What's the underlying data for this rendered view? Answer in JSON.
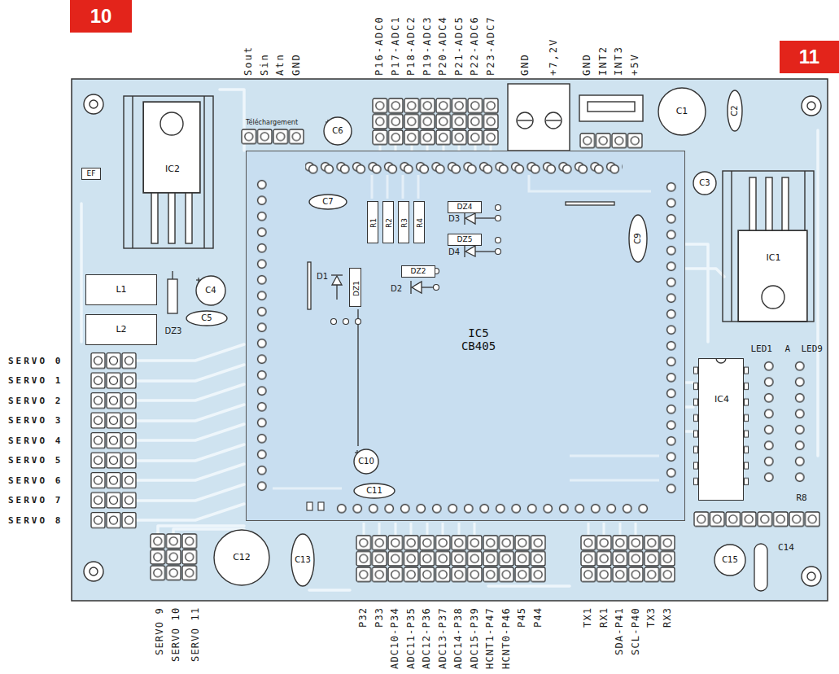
{
  "diagram": {
    "nodes": [
      {
        "text": [
          "10"
        ]
      },
      {
        "text": [
          "11"
        ]
      },
      {
        "text": [
          "IC2"
        ]
      },
      {
        "text": [
          "IC1"
        ]
      },
      {
        "text": [
          "IC5",
          "CB405"
        ]
      },
      {
        "text": [
          "IC4"
        ]
      },
      {
        "text": [
          "C1"
        ]
      },
      {
        "text": [
          "C2"
        ]
      },
      {
        "text": [
          "C3"
        ]
      },
      {
        "text": [
          "C4"
        ]
      },
      {
        "text": [
          "C5"
        ]
      },
      {
        "text": [
          "C6"
        ]
      },
      {
        "text": [
          "C7"
        ],
        "in": 4
      },
      {
        "text": [
          "C9"
        ],
        "in": 4
      },
      {
        "text": [
          "C10"
        ],
        "in": 4
      },
      {
        "text": [
          "C11"
        ],
        "in": 4
      },
      {
        "text": [
          "C12"
        ]
      },
      {
        "text": [
          "C13"
        ]
      },
      {
        "text": [
          "C15"
        ]
      },
      {
        "text": [
          "L1"
        ]
      },
      {
        "text": [
          "L2"
        ]
      },
      {
        "text": [
          "R1"
        ],
        "in": 4
      },
      {
        "text": [
          "R2"
        ],
        "in": 4
      },
      {
        "text": [
          "R3"
        ],
        "in": 4
      },
      {
        "text": [
          "R4"
        ],
        "in": 4
      },
      {
        "text": [
          "DZ4"
        ],
        "in": 4
      },
      {
        "text": [
          "DZ5"
        ],
        "in": 4
      },
      {
        "text": [
          "DZ2"
        ],
        "in": 4
      },
      {
        "text": [
          "DZ1"
        ],
        "in": 4
      },
      {
        "text": [
          "EF"
        ]
      }
    ],
    "labels": [
      "Sout",
      "Sin",
      "Atn",
      "GND",
      "P16-ADC0",
      "P17-ADC1",
      "P18-ADC2",
      "P19-ADC3",
      "P20-ADC4",
      "P21-ADC5",
      "P22-ADC6",
      "P23-ADC7",
      "GND",
      "+7,2V",
      "GND",
      "INT2",
      "INT3",
      "+5V",
      "Téléchargement",
      "D1",
      "D2",
      "D3",
      "D4",
      "DZ3",
      "SERVO 0",
      "SERVO 1",
      "SERVO 2",
      "SERVO 3",
      "SERVO 4",
      "SERVO 5",
      "SERVO 6",
      "SERVO 7",
      "SERVO 8",
      "LED1",
      "A",
      "LED9",
      "R8",
      "C14",
      "SERVO 9",
      "SERVO 10",
      "SERVO 11",
      "P32",
      "P33",
      "ADC10-P34",
      "ADC11-P35",
      "ADC12-P36",
      "ADC13-P37",
      "ADC14-P38",
      "ADC15-P39",
      "HCNT1-P47",
      "HCNT0-P46",
      "P45",
      "P44",
      "TX1",
      "RX1",
      "SDA-P41",
      "SCL-P40",
      "TX3",
      "RX3"
    ]
  }
}
